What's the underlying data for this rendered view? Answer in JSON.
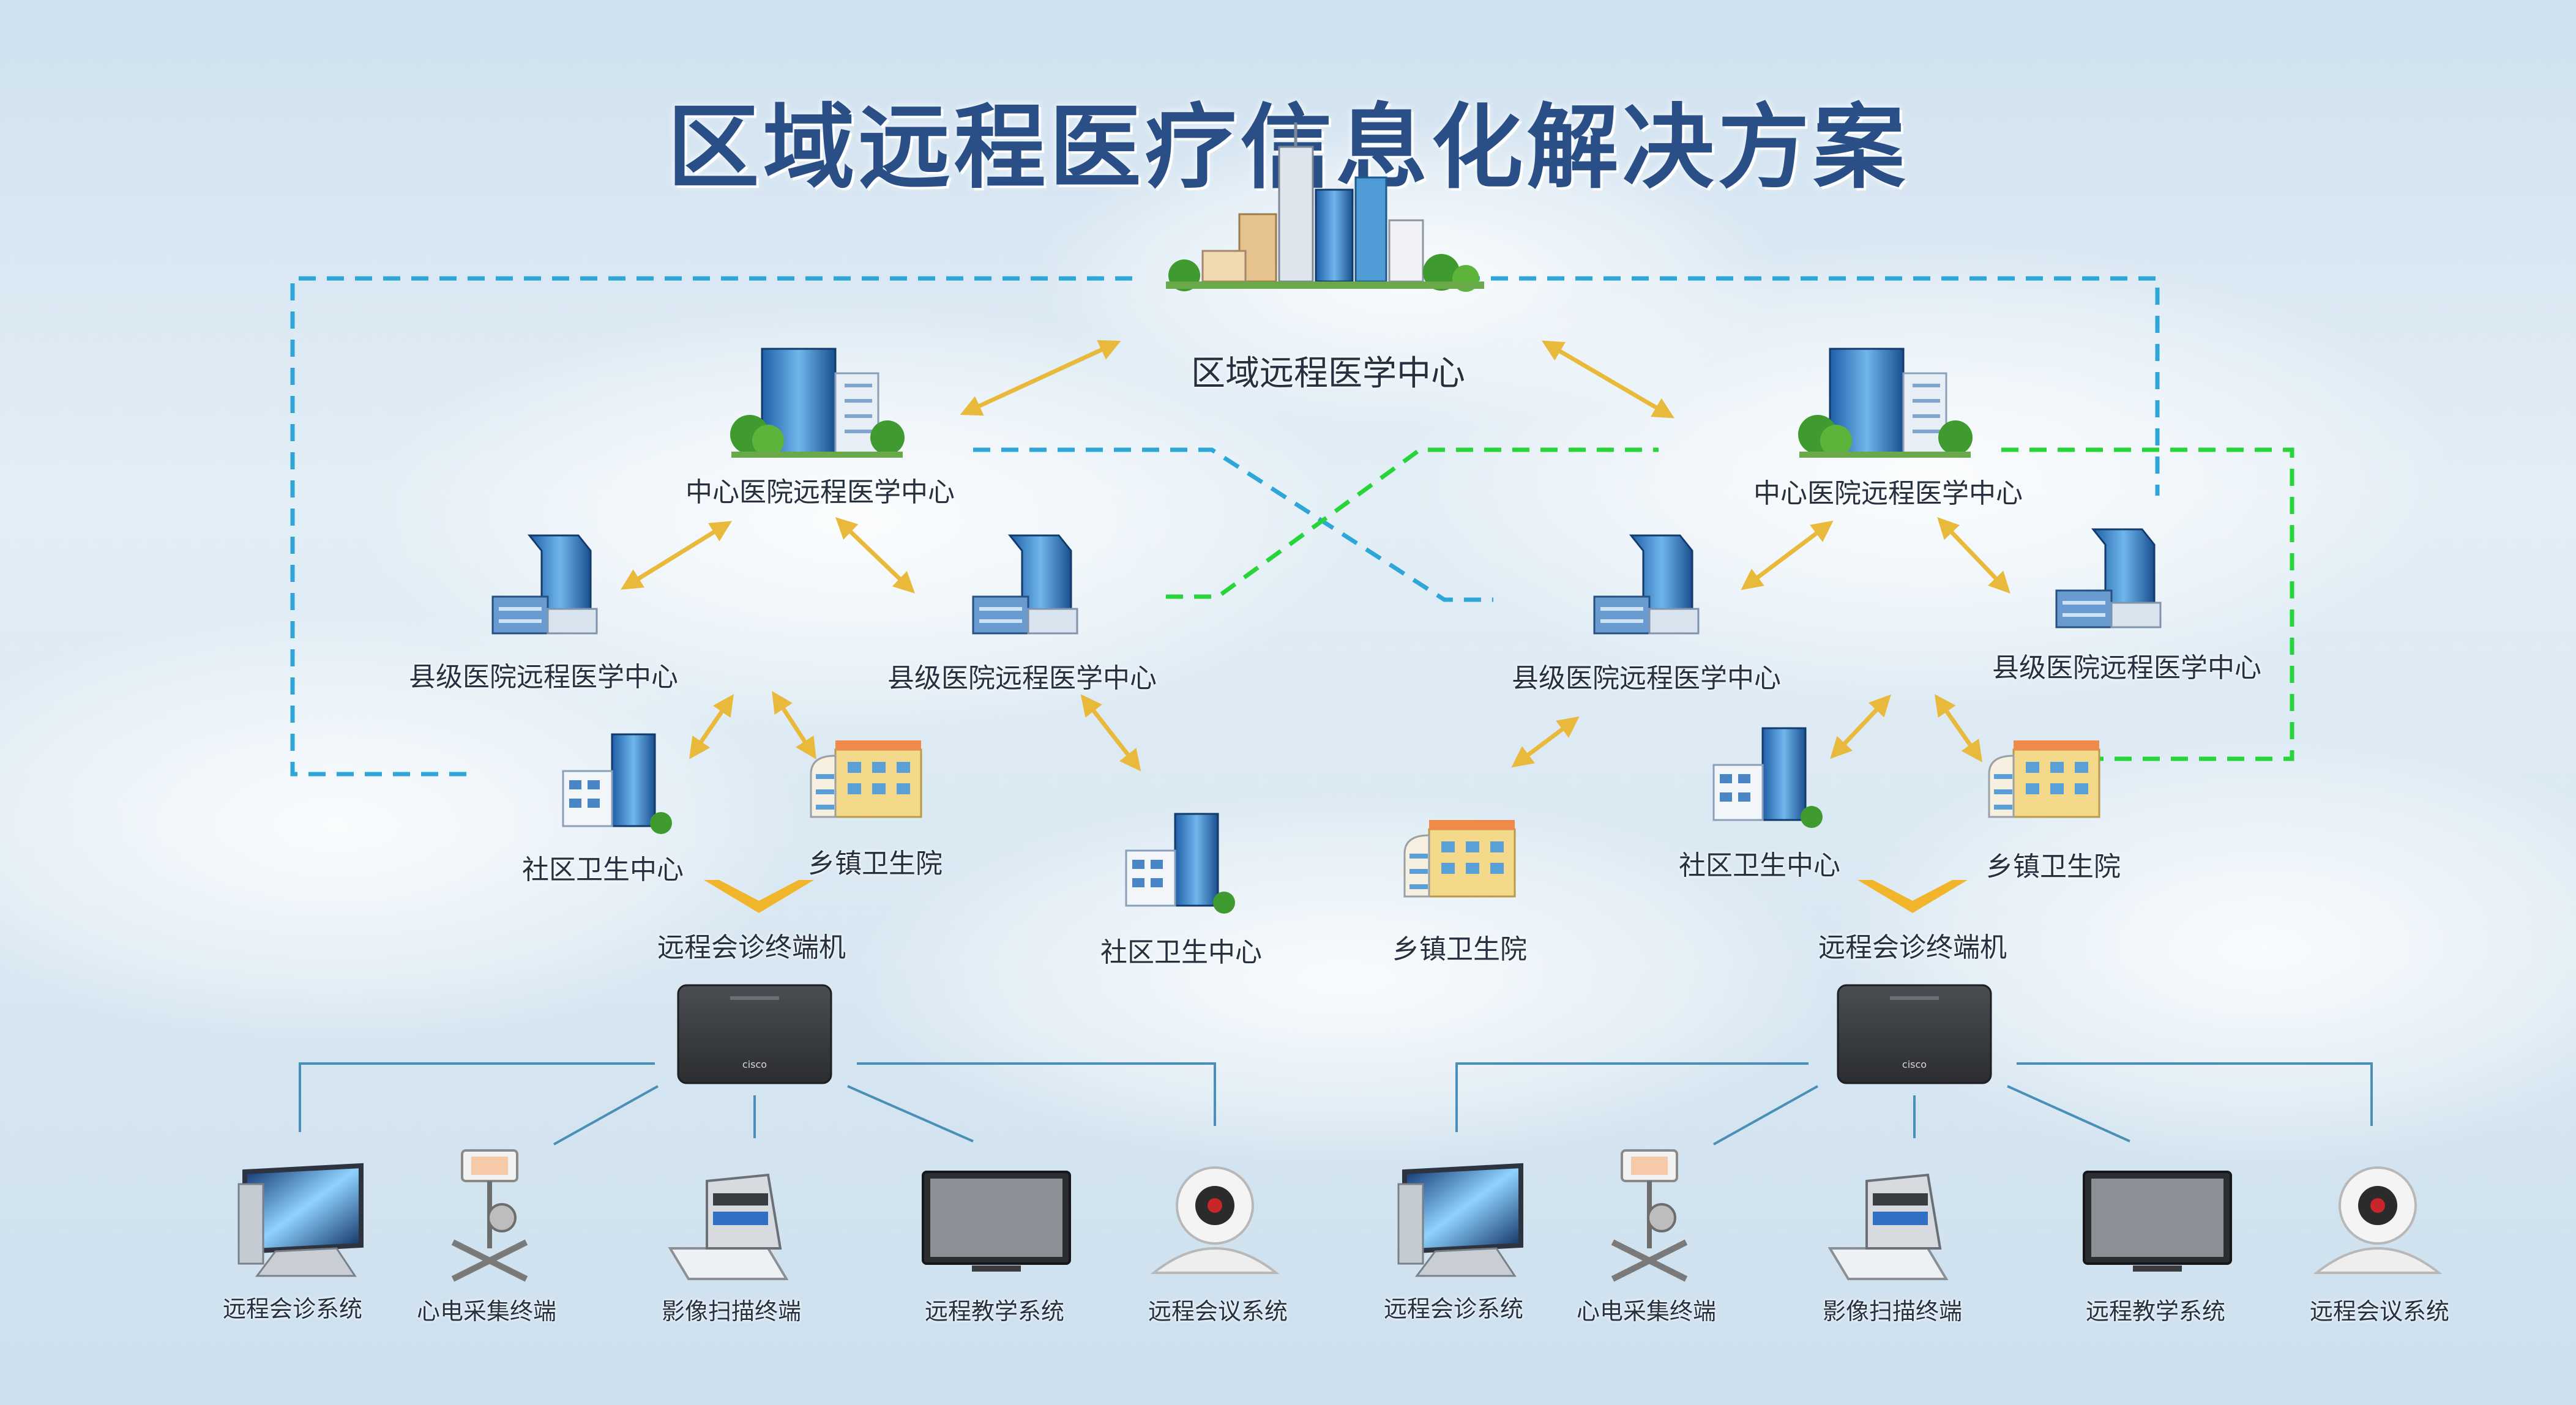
{
  "title": "区域远程医疗信息化解决方案",
  "top_center": {
    "label": "区域远程医学中心"
  },
  "left": {
    "central": "中心医院远程医学中心",
    "county_a": "县级医院远程医学中心",
    "county_b": "县级医院远程医学中心",
    "community_a": "社区卫生中心",
    "township_a": "乡镇卫生院",
    "community_b": "社区卫生中心",
    "terminal": "远程会诊终端机",
    "devices": [
      "远程会诊系统",
      "心电采集终端",
      "影像扫描终端",
      "远程教学系统",
      "远程会议系统"
    ]
  },
  "right": {
    "central": "中心医院远程医学中心",
    "county_a": "县级医院远程医学中心",
    "county_b": "县级医院远程医学中心",
    "township_a": "乡镇卫生院",
    "community_a": "社区卫生中心",
    "township_b": "乡镇卫生院",
    "terminal": "远程会诊终端机",
    "devices": [
      "远程会诊系统",
      "心电采集终端",
      "影像扫描终端",
      "远程教学系统",
      "远程会议系统"
    ]
  },
  "colors": {
    "title": "#2a4f86",
    "arrow": "#e8b93a",
    "dash_blue": "#2ea6d8",
    "dash_green": "#27d43a",
    "line": "#4a8fb8"
  }
}
